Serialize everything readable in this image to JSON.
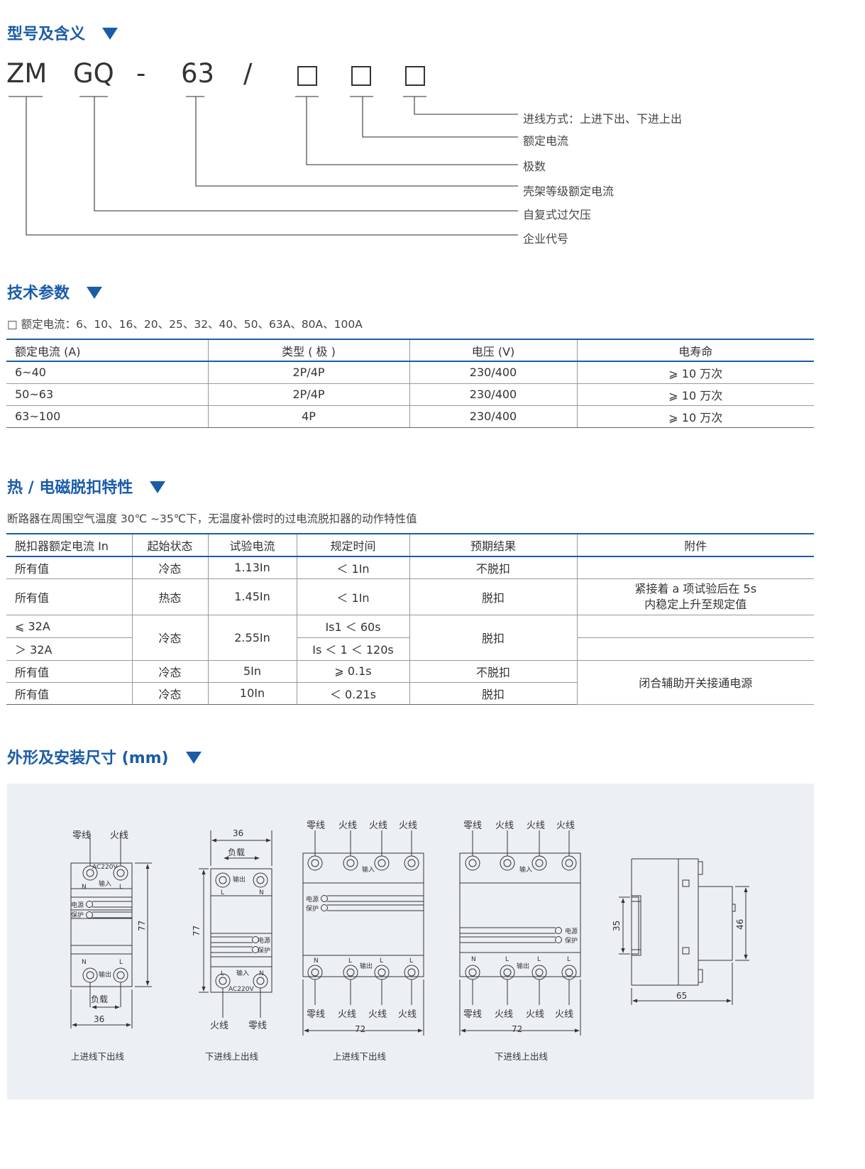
{
  "sections": {
    "model_title": "型号及含义",
    "tech_title": "技术参数",
    "trip_title": "热 / 电磁脱扣特性",
    "dim_title": "外形及安装尺寸 (mm)"
  },
  "model_code": {
    "parts": [
      "ZM",
      "GQ",
      "-",
      "63",
      "/"
    ],
    "meanings": [
      "进线方式：上进下出、下进上出",
      "额定电流",
      "极数",
      "壳架等级额定电流",
      "自复式过欠压",
      "企业代号"
    ]
  },
  "tech": {
    "note": "□ 额定电流：6、10、16、20、25、32、40、50、63A、80A、100A",
    "headers": [
      "额定电流 (A)",
      "类型 ( 极 )",
      "电压 (V)",
      "电寿命"
    ],
    "rows": [
      [
        "6~40",
        "2P/4P",
        "230/400",
        "⩾ 10 万次"
      ],
      [
        "50~63",
        "2P/4P",
        "230/400",
        "⩾ 10 万次"
      ],
      [
        "63~100",
        "4P",
        "230/400",
        "⩾ 10 万次"
      ]
    ]
  },
  "trip": {
    "note": "断路器在周围空气温度 30℃ ~35℃下，无温度补偿时的过电流脱扣器的动作特性值",
    "headers": [
      "脱扣器额定电流 In",
      "起始状态",
      "试验电流",
      "规定时间",
      "预期结果",
      "附件"
    ],
    "r1": [
      "所有值",
      "冷态",
      "1.13In",
      "＜ 1In",
      "不脱扣",
      ""
    ],
    "r2": [
      "所有值",
      "热态",
      "1.45In",
      "＜ 1In",
      "脱扣"
    ],
    "r2_note1": "紧接着 a 项试验后在 5s",
    "r2_note2": "内稳定上升至规定值",
    "r3": [
      "⩽ 32A",
      "冷态",
      "2.55In",
      "Is1 ＜ 60s",
      "脱扣",
      ""
    ],
    "r4": [
      "＞ 32A",
      "Is ＜ 1 ＜ 120s",
      ""
    ],
    "r5": [
      "所有值",
      "冷态",
      "5In",
      "⩾ 0.1s",
      "不脱扣",
      "闭合辅助开关接通电源"
    ],
    "r6": [
      "所有值",
      "冷态",
      "10In",
      "＜ 0.21s",
      "脱扣"
    ]
  },
  "dims": {
    "zero": "零线",
    "fire": "火线",
    "ac220": "AC220V",
    "input": "输入",
    "output": "输出",
    "n": "N",
    "l": "L",
    "power": "电源",
    "protect": "保护",
    "load": "负载",
    "d36": "36",
    "d77": "77",
    "d72": "72",
    "d35": "35",
    "d46": "46",
    "d65": "65",
    "cap_top_in": "上进线下出线",
    "cap_bottom_in": "下进线上出线"
  },
  "colors": {
    "accent": "#1a5ca8",
    "panel": "#ecf0f4"
  }
}
